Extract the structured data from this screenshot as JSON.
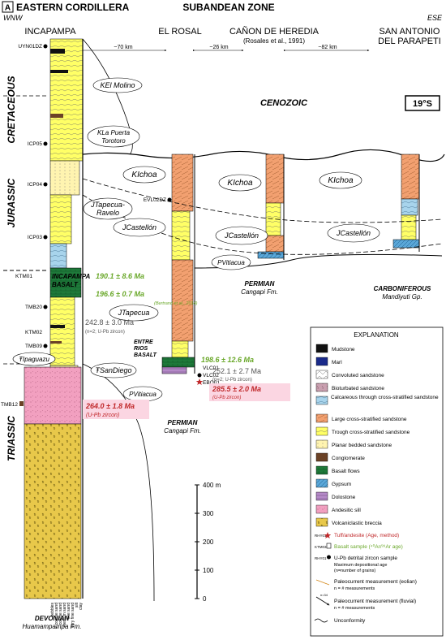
{
  "panel": "A",
  "headers": {
    "left_region": "EASTERN CORDILLERA",
    "left_dir": "WNW",
    "right_region": "SUBANDEAN ZONE",
    "right_dir": "ESE"
  },
  "localities": [
    "INCAPAMPA",
    "EL ROSAL",
    "CAÑON DE HEREDIA",
    "(Rosales et al., 1991)",
    "SAN ANTONIO",
    "DEL PARAPETI"
  ],
  "distances": [
    "~70 km",
    "~26 km",
    "~82 km"
  ],
  "latitude": "19°S",
  "cenozoic": "CENOZOIC",
  "periods": [
    "CRETACEOUS",
    "JURASSIC",
    "TRIASSIC"
  ],
  "formations": {
    "molino": "KEl Molino",
    "puerta": "KLa Puerta",
    "torotoro": "Torotoro",
    "ichoa": "KIchoa",
    "tapecua": "JTapecua-",
    "ravelo": "Ravelo",
    "castellon": "JCastellón",
    "jtapecua": "JTapecua",
    "ipaguazu": "ŦIpaguazu",
    "sandiego": "ŦSanDiego",
    "vitiacua": "PVitiacua",
    "incapampa_basalt_1": "INCAPAMPA",
    "incapampa_basalt_2": "BASALT",
    "entre_rios_1": "ENTRE",
    "entre_rios_2": "RIOS",
    "entre_rios_3": "BASALT",
    "permian_1": "PERMIAN",
    "permian_2": "Cangapi Fm.",
    "carboniferous_1": "CARBONIFEROUS",
    "carboniferous_2": "Mandiyuti Gp.",
    "devonian_1": "DEVONIAN",
    "devonian_2": "Huamampampa Fm."
  },
  "samples": [
    "UYN01DZ",
    "ICP05",
    "ICP04",
    "ICP03",
    "KTM01",
    "TMB20",
    "KTM02",
    "TMB09",
    "TMB12",
    "EVL02DZ",
    "VLC01",
    "VLC02",
    "EBQ01"
  ],
  "ages": {
    "a1": "190.1 ± 8.6 Ma",
    "a2": "196.6 ± 0.7 Ma",
    "a2_ref": "(Bertrand et al., 2014)",
    "a3": "242.8 ± 3.0 Ma",
    "a3_note": "(n=2; U-Pb zircon)",
    "a4": "198.6 ± 12.6 Ma",
    "a5": "252.1 ± 2.7 Ma",
    "a5_note": "(n=2; U-Pb zircon)",
    "a6": "285.5 ± 2.0 Ma",
    "a6_note": "(U-Pb zircon)",
    "a7": "264.0 ± 1.8 Ma",
    "a7_note": "(U-Pb zircon)"
  },
  "scale": {
    "unit": "m",
    "ticks": [
      "400 m",
      "300",
      "200",
      "100",
      "0"
    ]
  },
  "grain_labels": [
    "pebbles",
    "v. coarse sand",
    "coarse sand",
    "medium sand",
    "fine sand",
    "very fine sand",
    "silt",
    "clay"
  ],
  "legend": {
    "title": "EXPLANATION",
    "items": [
      {
        "label": "Mudstone",
        "color": "#111111"
      },
      {
        "label": "Marl",
        "color": "#1a2a8a"
      },
      {
        "label": "Convoluted sandstone",
        "color": "#ffffff"
      },
      {
        "label": "Bioturbated sandstone",
        "color": "#c9a0b0"
      },
      {
        "label": "Calcareous through cross-stratified sandstone",
        "color": "#a8d4ec"
      },
      {
        "label": "Large cross-stratified sandstone",
        "color": "#f2a070"
      },
      {
        "label": "Trough cross-stratified sandstone",
        "color": "#ffff66"
      },
      {
        "label": "Planar bedded sandstone",
        "color": "#fff4b0"
      },
      {
        "label": "Conglomerate",
        "color": "#6b4226"
      },
      {
        "label": "Basalt flows",
        "color": "#1e7a3a"
      },
      {
        "label": "Gypsum",
        "color": "#5aa7d8"
      },
      {
        "label": "Dolostone",
        "color": "#b58ac8"
      },
      {
        "label": "Andesitic sill",
        "color": "#f2a0c0"
      },
      {
        "label": "Volcaniclastic breccia",
        "color": "#e8c84a"
      }
    ],
    "symbols": {
      "tuff": "Tuff/andesite (Age, method)",
      "tuff_code": "RHY01",
      "basalt": "Basalt sample (⁴⁰Ar/³⁹Ar age)",
      "basalt_code": "KTM03",
      "zircon_code": "RHY01",
      "zircon_1": "U-Pb detrital zircon sample",
      "zircon_2": "Maximum depositional age",
      "zircon_3": "(n=number of grains)",
      "eolian_1": "Paleocurrent measurement (eolian)",
      "eolian_2": "n = # measurements",
      "fluvial_1": "Paleocurrent measurement (fluvial)",
      "fluvial_2": "n = # measurements",
      "unconformity": "Unconformity",
      "n_label": "n=34"
    },
    "colors": {
      "age_green": "#6aa82a",
      "age_red": "#c0282a",
      "age_gray": "#555555",
      "highlight_pink": "#fbd6e2"
    }
  }
}
